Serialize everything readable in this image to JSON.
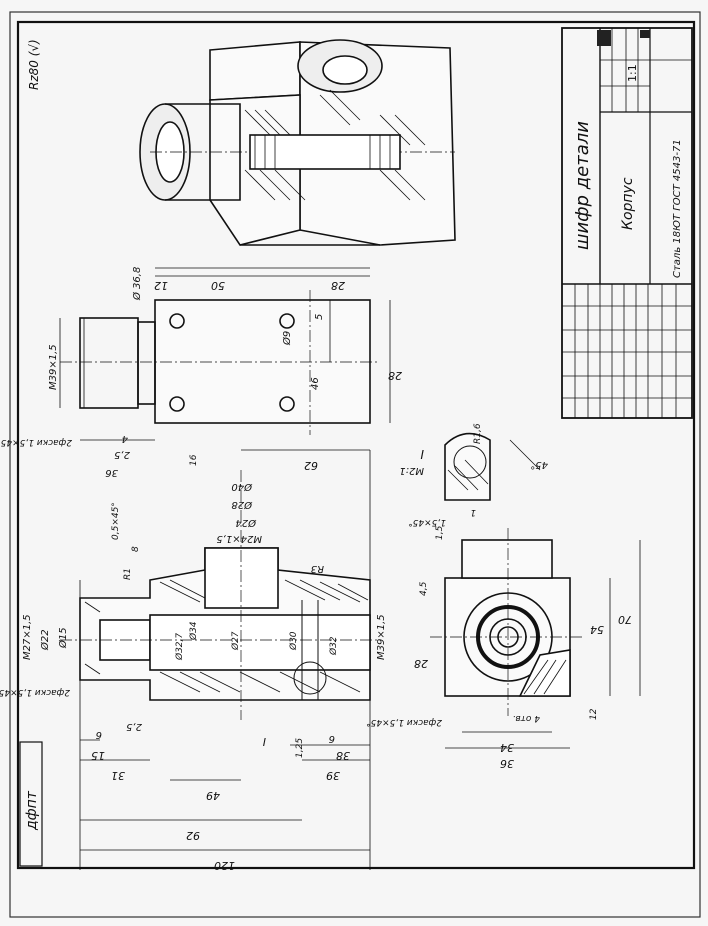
{
  "drawing": {
    "title_block": {
      "code": "шифр детали",
      "part_name": "Корпус",
      "material": "Сталь 18ЮТ ГОСТ 4543-71",
      "scale": "1:1"
    },
    "corner_label": "дфпт",
    "roughness_mark": "Rz80 (√)",
    "top_view_dims": {
      "d1": "12",
      "d2": "50",
      "d3": "28",
      "d4": "Ø 36,8",
      "d5": "5",
      "d6": "Ø9",
      "d7": "46",
      "d8": "28",
      "thread": "M39×1,5",
      "chamfer": "2фаски 1,5×45°",
      "d9": "2,5",
      "d10": "4",
      "d11": "36"
    },
    "section_dims": {
      "thread_left": "M27×1,5",
      "d22": "Ø22",
      "d15": "Ø15",
      "chamfer_left": "2фаски 1,5×45°",
      "d6": "6",
      "d2_5": "2,5",
      "d15b": "15",
      "d31": "31",
      "d49": "49",
      "d92": "92",
      "d120": "120",
      "d39": "39",
      "d38": "38",
      "d6b": "6",
      "d1_25": "1,25",
      "thread_right": "M39×1,5",
      "chamfer_right": "2фаски 1,5×45°",
      "d32": "Ø32",
      "d27": "Ø27",
      "d34": "Ø34",
      "d32_7": "Ø32,7",
      "d30": "Ø30",
      "d62": "62",
      "d16": "16",
      "r3": "R3",
      "r1": "R1",
      "d40": "Ø40",
      "d28": "Ø28",
      "d24": "Ø24",
      "d2_5b": "2,5",
      "d8": "8",
      "chamfer_top": "0,5×45°",
      "thread_top": "M24×1,5",
      "d4": "4 отв.",
      "section_label": "I"
    },
    "side_view_dims": {
      "d15": "1,5",
      "d45": "4,5",
      "d28": "28",
      "d54": "54",
      "d70": "70",
      "d36": "36",
      "d34": "34",
      "holes": "4 отв.",
      "d12": "12"
    },
    "detail_dims": {
      "label": "I",
      "scale": "M2:1",
      "r16": "R1,6",
      "d45": "45°",
      "chamfer": "1,5×45°",
      "d1": "1"
    }
  }
}
